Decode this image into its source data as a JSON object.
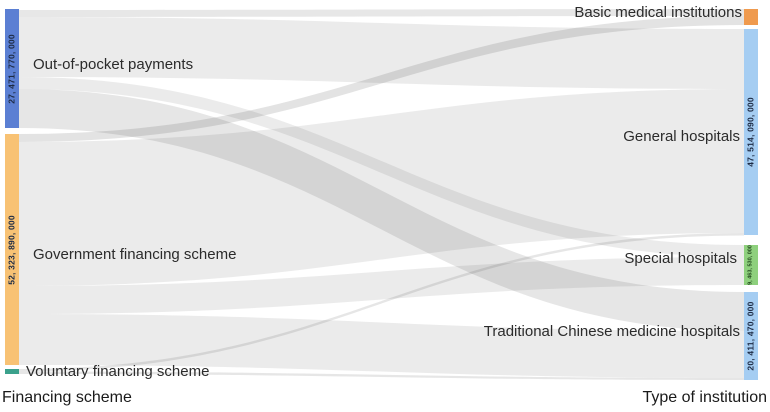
{
  "chart_data": {
    "type": "sankey",
    "left_axis_label": "Financing scheme",
    "right_axis_label": "Type of institution",
    "source_nodes": [
      {
        "id": "oop",
        "label": "Out-of-pocket payments",
        "value_display": "27, 471, 770, 000",
        "value": 27471770000,
        "color": "#5b7fd3",
        "value_color": "#1d2b45"
      },
      {
        "id": "gov",
        "label": "Government financing scheme",
        "value_display": "52, 323, 890, 000",
        "value": 52323890000,
        "color": "#f8c274",
        "value_color": "#1d2b45"
      },
      {
        "id": "vol",
        "label": "Voluntary financing scheme",
        "value_display": "",
        "color": "#3ba18c"
      }
    ],
    "target_nodes": [
      {
        "id": "basic",
        "label": "Basic medical institutions",
        "value_display": "",
        "color": "#ef9a4e"
      },
      {
        "id": "general",
        "label": "General hospitals",
        "value_display": "47, 514, 090, 000",
        "value": 47514090000,
        "color": "#a5cdf2",
        "value_color": "#1d2b45"
      },
      {
        "id": "special",
        "label": "Special hospitals",
        "value_display": "9, 463, 530, 000",
        "value": 9463530000,
        "color": "#8ed07d",
        "value_color": "#234a1e"
      },
      {
        "id": "tcm",
        "label": "Traditional Chinese medicine hospitals",
        "value_display": "20, 411, 470, 000",
        "value": 20411470000,
        "color": "#a5cdf2",
        "value_color": "#1d2b45"
      }
    ],
    "links": [
      {
        "source": "Out-of-pocket payments",
        "target": "Basic medical institutions",
        "value_estimate": 1600000000
      },
      {
        "source": "Out-of-pocket payments",
        "target": "General hospitals",
        "value_estimate": 14100000000
      },
      {
        "source": "Out-of-pocket payments",
        "target": "Special hospitals",
        "value_estimate": 2800000000
      },
      {
        "source": "Out-of-pocket payments",
        "target": "Traditional Chinese medicine hospitals",
        "value_estimate": 9000000000
      },
      {
        "source": "Government financing scheme",
        "target": "Basic medical institutions",
        "value_estimate": 1900000000
      },
      {
        "source": "Government financing scheme",
        "target": "General hospitals",
        "value_estimate": 33800000000
      },
      {
        "source": "Government financing scheme",
        "target": "Special hospitals",
        "value_estimate": 6600000000
      },
      {
        "source": "Government financing scheme",
        "target": "Traditional Chinese medicine hospitals",
        "value_estimate": 11500000000
      },
      {
        "source": "Voluntary financing scheme",
        "target": "General hospitals",
        "value_estimate": 600000000
      },
      {
        "source": "Voluntary financing scheme",
        "target": "Traditional Chinese medicine hospitals",
        "value_estimate": 600000000
      }
    ],
    "link_color": "#e3e3e3"
  }
}
